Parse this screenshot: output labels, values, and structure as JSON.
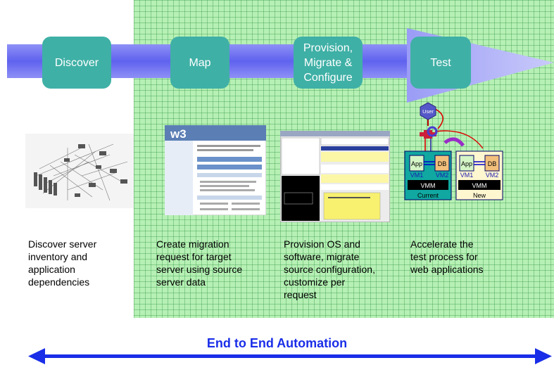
{
  "stages": [
    {
      "label": "Discover"
    },
    {
      "label": "Map"
    },
    {
      "label": "Provision,\nMigrate &\nConfigure"
    },
    {
      "label": "Test"
    }
  ],
  "descriptions": [
    "Discover server\ninventory and\napplication\ndependencies",
    "Create migration\nrequest for target\nserver using source\nserver data",
    "Provision OS and\nsoftware, migrate\nsource configuration,\ncustomize per\nrequest",
    "Accelerate the\ntest process for\nweb applications"
  ],
  "test_diagram": {
    "user": "User",
    "app": "App",
    "db": "DB",
    "vm1": "VM1",
    "vm2": "VM2",
    "vmm": "VMM",
    "current": "Current",
    "new": "New"
  },
  "map_logo": "w3",
  "footer": "End to End Automation",
  "colors": {
    "arrow": "#6a6df2",
    "stage": "#3fb0a6",
    "grid": "#b6f0b4",
    "footer": "#1a2ee8"
  }
}
